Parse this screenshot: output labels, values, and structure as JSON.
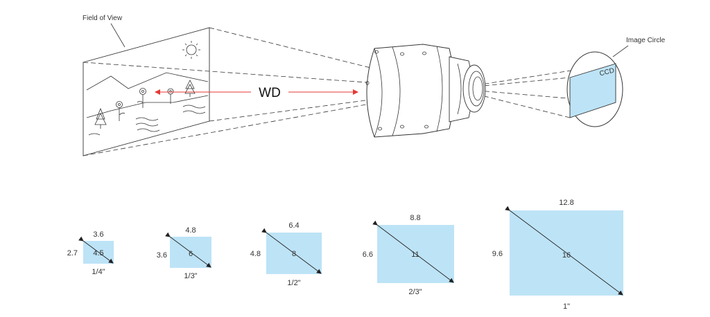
{
  "labels": {
    "field_of_view": "Field of View",
    "image_circle": "Image Circle",
    "ccd": "CCD",
    "wd": "WD"
  },
  "colors": {
    "sensor_fill": "#bde3f6",
    "line": "#333333",
    "wd_arrow": "#e53935"
  },
  "sensors": [
    {
      "format": "1/4\"",
      "width": "3.6",
      "height": "2.7",
      "diagonal": "4.5"
    },
    {
      "format": "1/3\"",
      "width": "4.8",
      "height": "3.6",
      "diagonal": "6"
    },
    {
      "format": "1/2\"",
      "width": "6.4",
      "height": "4.8",
      "diagonal": "8"
    },
    {
      "format": "2/3\"",
      "width": "8.8",
      "height": "6.6",
      "diagonal": "11"
    },
    {
      "format": "1\"",
      "width": "12.8",
      "height": "9.6",
      "diagonal": "16"
    }
  ]
}
